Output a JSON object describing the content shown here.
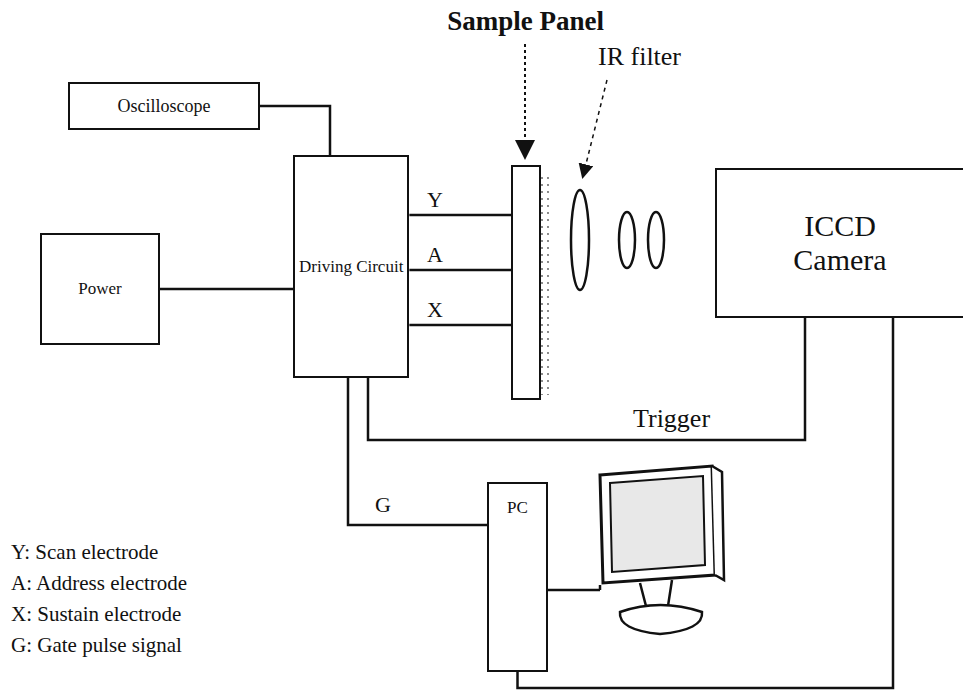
{
  "diagram": {
    "nodes": [
      {
        "text": [
          "Oscilloscope"
        ]
      },
      {
        "text": [
          "Power"
        ]
      },
      {
        "text": [
          "Driving Circuit"
        ]
      },
      {
        "text": [
          "Sample Panel"
        ]
      },
      {
        "text": [
          "ICCD Camera"
        ]
      },
      {
        "text": [
          "PC"
        ]
      }
    ],
    "edges": [
      {
        "from": 0,
        "to": 2,
        "arrow": "none"
      },
      {
        "from": 1,
        "to": 2,
        "arrow": "none"
      },
      {
        "from": 2,
        "to": 3,
        "label": "Y",
        "arrow": "none"
      },
      {
        "from": 2,
        "to": 3,
        "label": "A",
        "arrow": "none"
      },
      {
        "from": 2,
        "to": 3,
        "label": "X",
        "arrow": "none"
      },
      {
        "from": 2,
        "to": 4,
        "label": "Trigger",
        "arrow": "none"
      },
      {
        "from": 2,
        "to": 5,
        "label": "G",
        "arrow": "none"
      },
      {
        "from": 4,
        "to": 5,
        "arrow": "none"
      }
    ],
    "labels": [
      "IR filter",
      "Y: Scan electrode",
      "A: Address electrode",
      "X: Sustain electrode",
      "G: Gate pulse signal"
    ]
  }
}
